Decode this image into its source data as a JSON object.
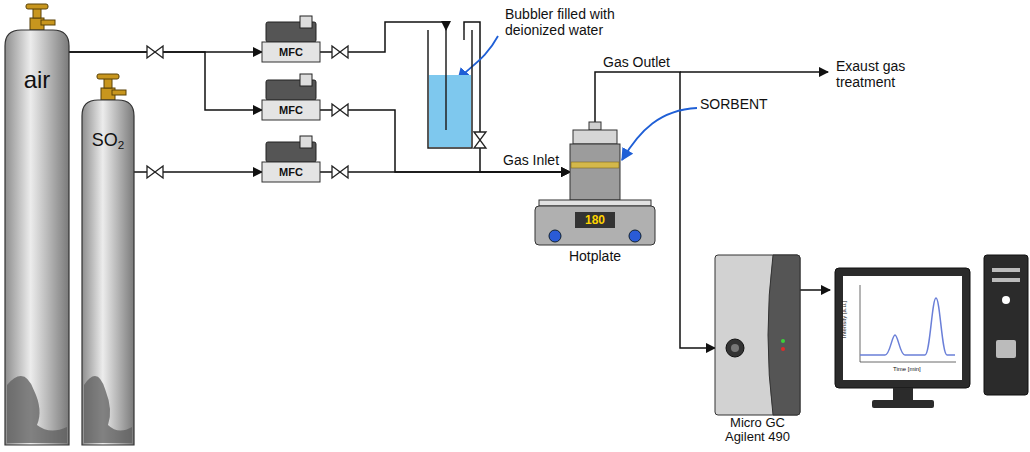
{
  "diagram": {
    "nodes": [
      {
        "text": [
          "air"
        ]
      },
      {
        "text": [
          "SO2"
        ]
      },
      {
        "text": [
          "MFC"
        ]
      },
      {
        "text": [
          "MFC"
        ]
      },
      {
        "text": [
          "MFC"
        ]
      },
      {
        "text": [
          "Bubbler filled with deionized water"
        ]
      },
      {
        "text": [
          "SORBENT"
        ]
      },
      {
        "text": [
          "180",
          "Hotplate"
        ]
      },
      {
        "text": [
          "Micro GC Agilent 490"
        ]
      }
    ],
    "edges": [
      {
        "from": 0,
        "to": 2,
        "arrow": "to"
      },
      {
        "from": 0,
        "to": 3,
        "arrow": "to"
      },
      {
        "from": 1,
        "to": 4,
        "arrow": "to"
      },
      {
        "from": 2,
        "to": 5,
        "arrow": "to"
      },
      {
        "from": 3,
        "to": 6,
        "arrow": "to"
      },
      {
        "from": 4,
        "to": 6,
        "arrow": "to"
      },
      {
        "from": 5,
        "to": 6,
        "arrow": "to"
      },
      {
        "from": 6,
        "to": 8,
        "arrow": "to"
      }
    ],
    "labels": [
      "Gas Outlet",
      "Gas Inlet",
      "Exaust gas treatment",
      "Intensity [a.u.]",
      "Time [min]"
    ]
  }
}
